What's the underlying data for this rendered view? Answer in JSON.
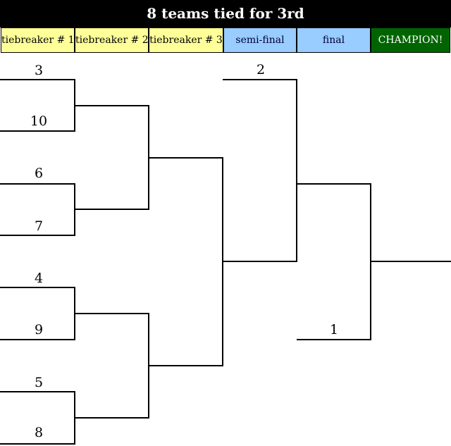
{
  "title": "8 teams tied for 3rd",
  "rounds": [
    {
      "label": "tiebreaker # 1",
      "color": "#ffff99"
    },
    {
      "label": "tiebreaker # 2",
      "color": "#ffff99"
    },
    {
      "label": "tiebreaker # 3",
      "color": "#ffff99"
    },
    {
      "label": "semi-final",
      "color": "#99ccff"
    },
    {
      "label": "final",
      "color": "#99ccff"
    },
    {
      "label": "CHAMPION!",
      "color": "#006400",
      "text_color": "#ffffff"
    }
  ],
  "seeds": {
    "round1": [
      "3",
      "10",
      "6",
      "7",
      "4",
      "9",
      "5",
      "8"
    ],
    "semi_bye": "2",
    "final_bye": "1"
  },
  "colors": {
    "line": "#000000",
    "title_bg": "#000000",
    "title_text": "#ffffff"
  }
}
